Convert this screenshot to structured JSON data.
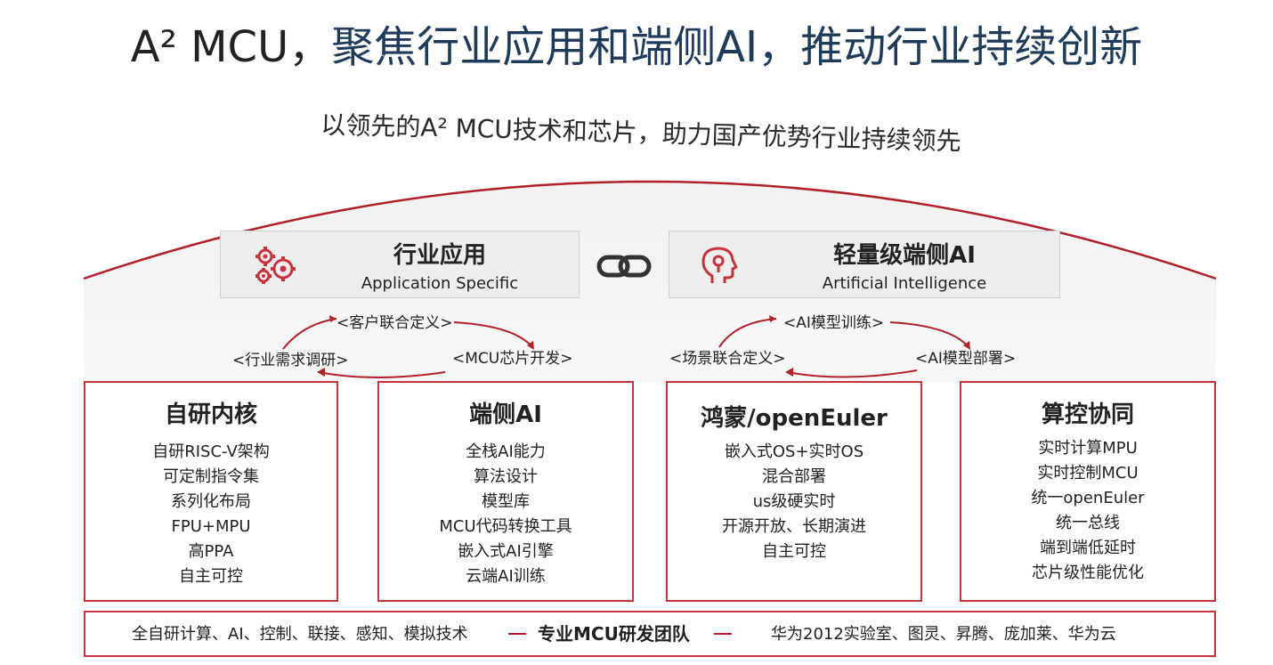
{
  "title": {
    "prefix": "A² MCU，",
    "highlight": "聚焦行业应用和端侧AI，推动行业持续创新"
  },
  "subtitle": "以领先的A² MCU技术和芯片，助力国产优势行业持续领先",
  "colors": {
    "accent_red": "#c8323c",
    "title_blue": "#1f3a5a",
    "panel_gray": "#eeeeee"
  },
  "features": [
    {
      "name": "行业应用",
      "sub": "Application Specific",
      "icon": "gears-icon"
    },
    {
      "name": "轻量级端侧AI",
      "sub": "Artificial Intelligence",
      "icon": "ai-head-icon"
    }
  ],
  "link_icon": "chain-link-icon",
  "cycles": {
    "left": {
      "top": "<客户联合定义>",
      "left": "<行业需求调研>",
      "right": "<MCU芯片开发>"
    },
    "right": {
      "top": "<AI模型训练>",
      "left": "<场景联合定义>",
      "right": "<AI模型部署>"
    }
  },
  "pillars": [
    {
      "title": "自研内核",
      "items": [
        "自研RISC-V架构",
        "可定制指令集",
        "系列化布局",
        "FPU+MPU",
        "高PPA",
        "自主可控"
      ]
    },
    {
      "title": "端侧AI",
      "items": [
        "全栈AI能力",
        "算法设计",
        "模型库",
        "MCU代码转换工具",
        "嵌入式AI引擎",
        "云端AI训练"
      ]
    },
    {
      "title": "鸿蒙/openEuler",
      "items": [
        "嵌入式OS+实时OS",
        "混合部署",
        "us级硬实时",
        "开源开放、长期演进",
        "自主可控"
      ]
    },
    {
      "title": "算控协同",
      "items": [
        "实时计算MPU",
        "实时控制MCU",
        "统一openEuler",
        "统一总线",
        "端到端低延时",
        "芯片级性能优化"
      ]
    }
  ],
  "bottom": {
    "left": "全自研计算、AI、控制、联接、感知、模拟技术",
    "center": "专业MCU研发团队",
    "right": "华为2012实验室、图灵、昇腾、庞加莱、华为云"
  }
}
